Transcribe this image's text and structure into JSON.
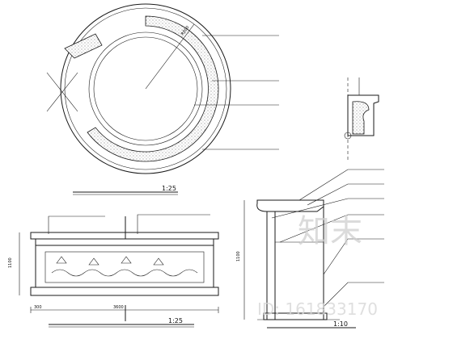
{
  "drawing": {
    "plan_scale": "1:25",
    "elevation_scale": "1:25",
    "section_scale": "1:10"
  },
  "dimensions": {
    "plan_radius": "R800",
    "elevation_width": "3600",
    "elevation_left_segment": "300",
    "elevation_height": "1100"
  },
  "watermark": {
    "site": "知末",
    "id": "ID: 161833170"
  },
  "colors": {
    "line": "#1a1a1a",
    "background": "#ffffff",
    "watermark": "#cfcfcf"
  }
}
